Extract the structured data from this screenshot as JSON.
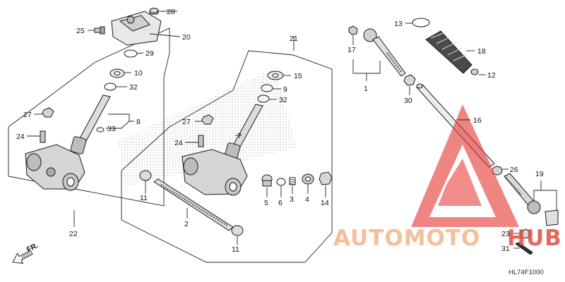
{
  "diagram_code": "HL74F1000",
  "direction_label": "FR.",
  "watermark": {
    "text_a": "AUTOMOTO",
    "text_b": "HUB",
    "color_a": "#f4b183",
    "color_b": "#e0473b",
    "triangle_color": "#e53935"
  },
  "callouts": {
    "c1": "1",
    "c2": "2",
    "c3": "3",
    "c4": "4",
    "c5": "5",
    "c6": "6",
    "c7": "7",
    "c8": "8",
    "c9": "9",
    "c10": "10",
    "c11a": "11",
    "c11b": "11",
    "c12": "12",
    "c13": "13",
    "c14": "14",
    "c15": "15",
    "c16": "16",
    "c17": "17",
    "c18": "18",
    "c19": "19",
    "c20": "20",
    "c21": "21",
    "c22": "22",
    "c23": "23",
    "c24a": "24",
    "c24b": "24",
    "c25": "25",
    "c26": "26",
    "c27a": "27",
    "c27b": "27",
    "c28": "28",
    "c29": "29",
    "c30": "30",
    "c31": "31",
    "c32a": "32",
    "c32b": "32",
    "c33": "33"
  }
}
